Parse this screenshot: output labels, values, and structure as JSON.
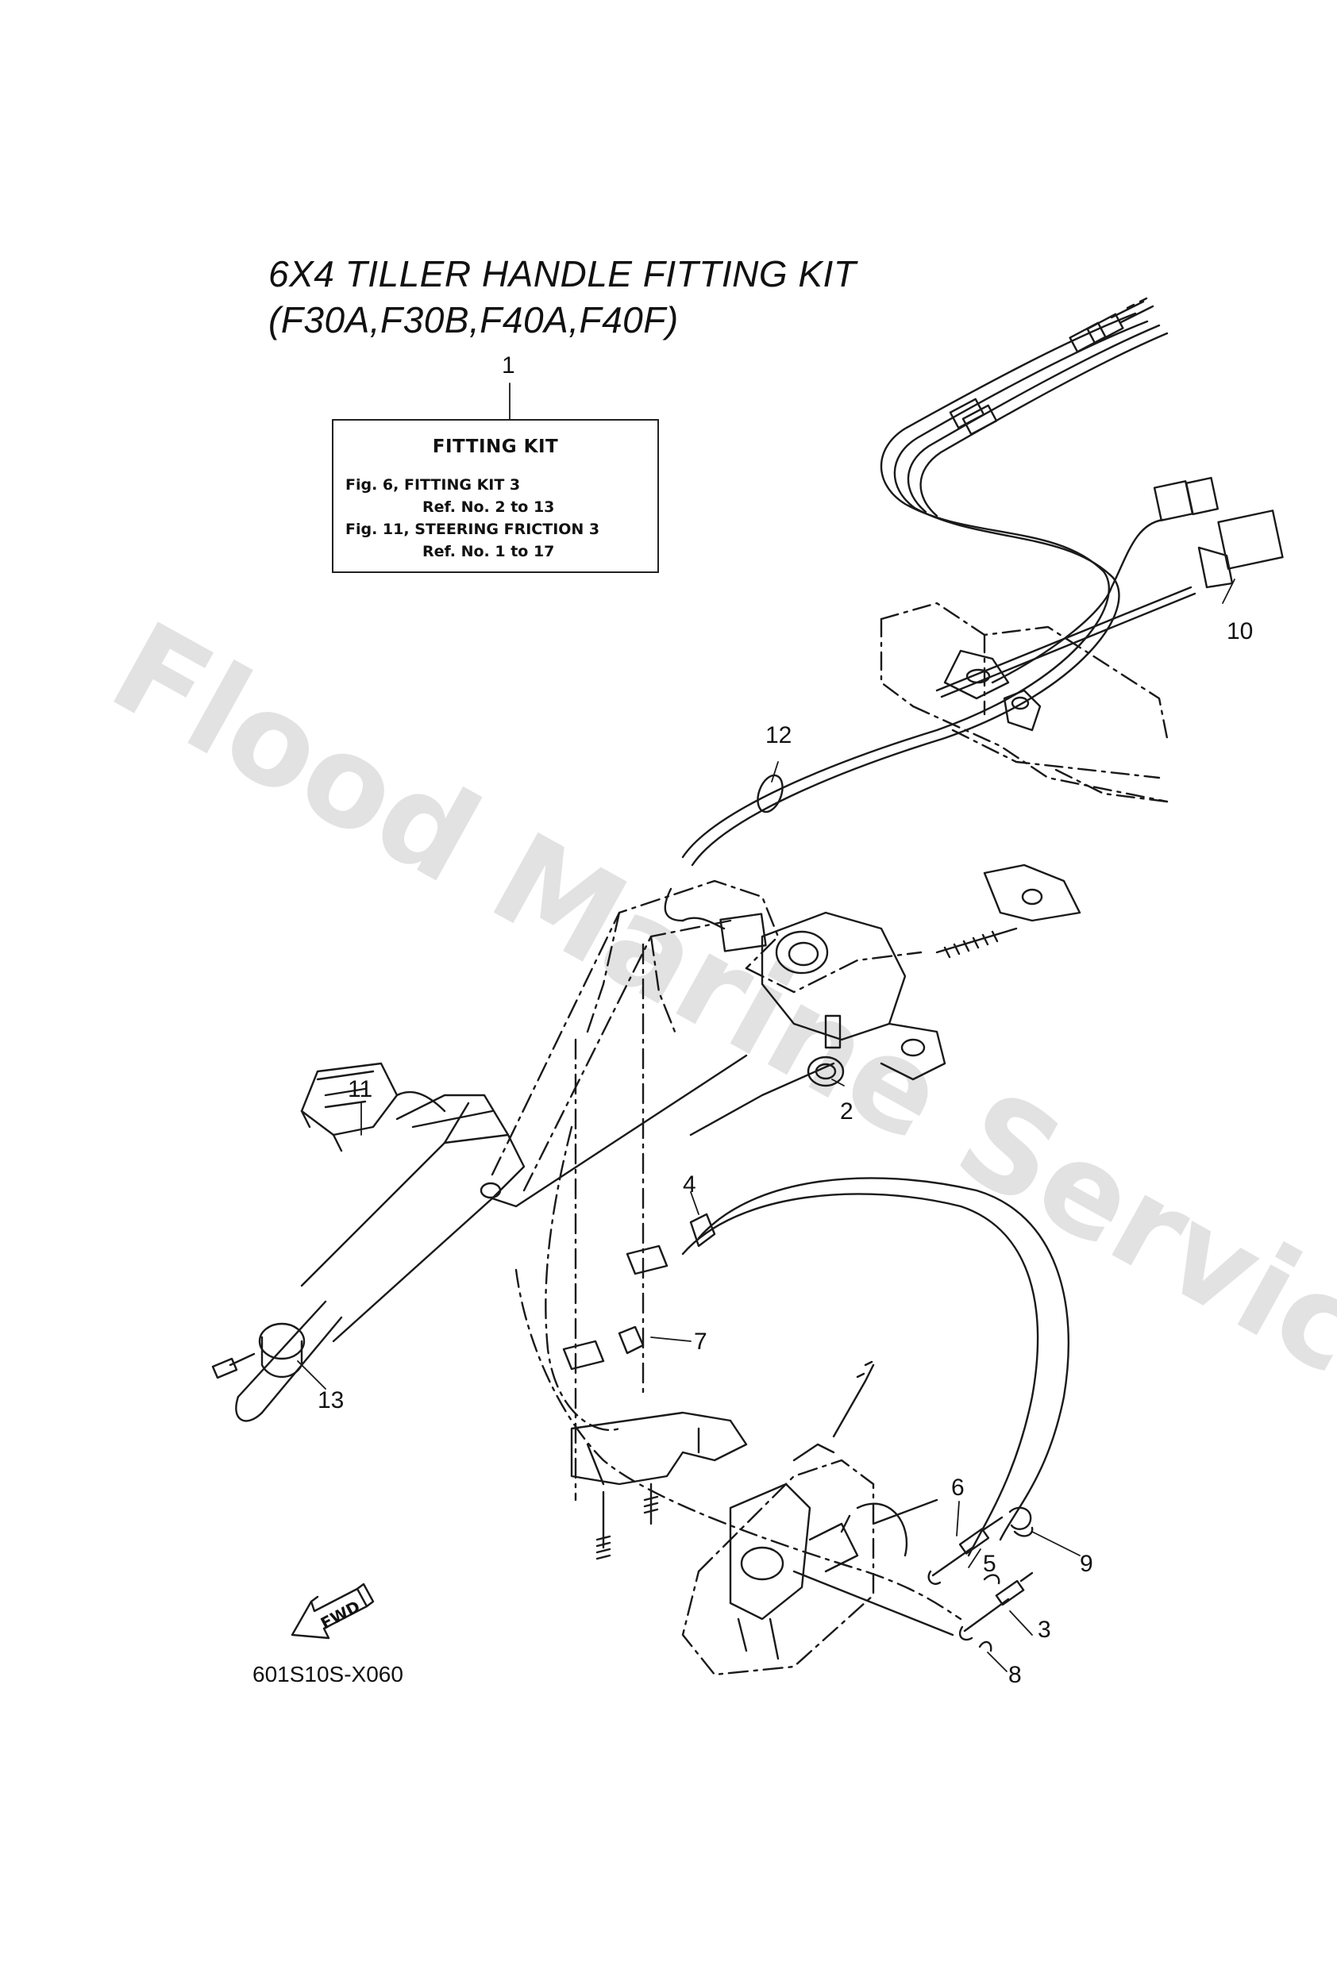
{
  "diagram": {
    "title_line1": "6X4 TILLER HANDLE FITTING KIT",
    "title_line2": "(F30A,F30B,F40A,F40F)",
    "drawing_code": "601S10S-X060",
    "fwd_label": "FWD",
    "watermark": "Flood Marine Services"
  },
  "kit_box": {
    "heading": "FITTING KIT",
    "line1": "Fig. 6, FITTING KIT 3",
    "line2": "Ref. No. 2 to 13",
    "line3": "Fig. 11, STEERING FRICTION 3",
    "line4": "Ref. No. 1 to 17"
  },
  "callouts": [
    "1",
    "2",
    "3",
    "4",
    "5",
    "6",
    "7",
    "8",
    "9",
    "10",
    "11",
    "12",
    "13"
  ]
}
